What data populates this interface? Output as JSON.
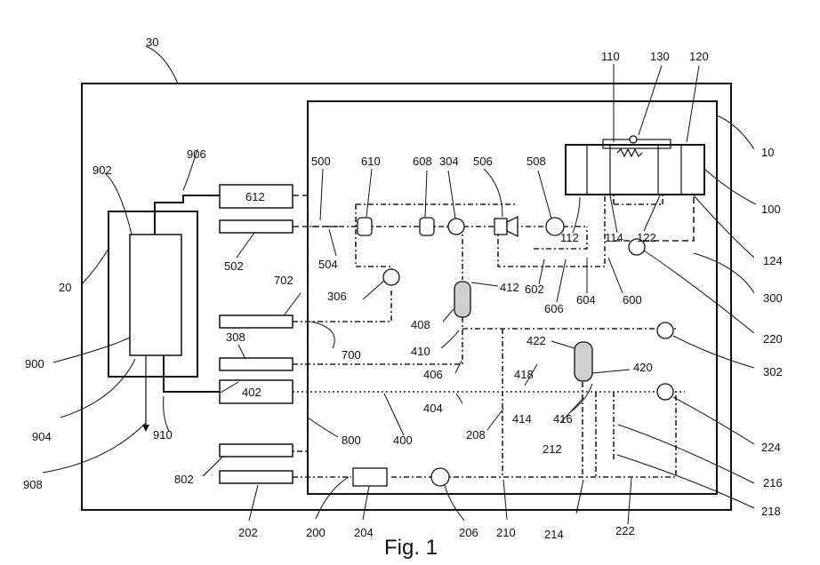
{
  "figure": {
    "caption": "Fig. 1",
    "labels": {
      "l30": "30",
      "l10": "10",
      "l20": "20",
      "l110": "110",
      "l130": "130",
      "l120": "120",
      "l100": "100",
      "l124": "124",
      "l300": "300",
      "l220": "220",
      "l302": "302",
      "l224": "224",
      "l216": "216",
      "l218": "218",
      "l222": "222",
      "l214": "214",
      "l210": "210",
      "l206": "206",
      "l204": "204",
      "l200": "200",
      "l202": "202",
      "l802": "802",
      "l800": "800",
      "l400": "400",
      "l208": "208",
      "l212": "212",
      "l414": "414",
      "l416": "416",
      "l418": "418",
      "l420": "420",
      "l422": "422",
      "l404": "404",
      "l406": "406",
      "l410": "410",
      "l408": "408",
      "l412": "412",
      "l700": "700",
      "l702": "702",
      "l308": "308",
      "l306": "306",
      "l402": "402",
      "l502": "502",
      "l504": "504",
      "l500": "500",
      "l612": "612",
      "l610": "610",
      "l608": "608",
      "l304": "304",
      "l506": "506",
      "l508": "508",
      "l112": "112",
      "l114": "114",
      "l122": "122",
      "l602": "602",
      "l606": "606",
      "l604": "604",
      "l600": "600",
      "l906": "906",
      "l902": "902",
      "l900": "900",
      "l904": "904",
      "l910": "910",
      "l908": "908"
    }
  }
}
